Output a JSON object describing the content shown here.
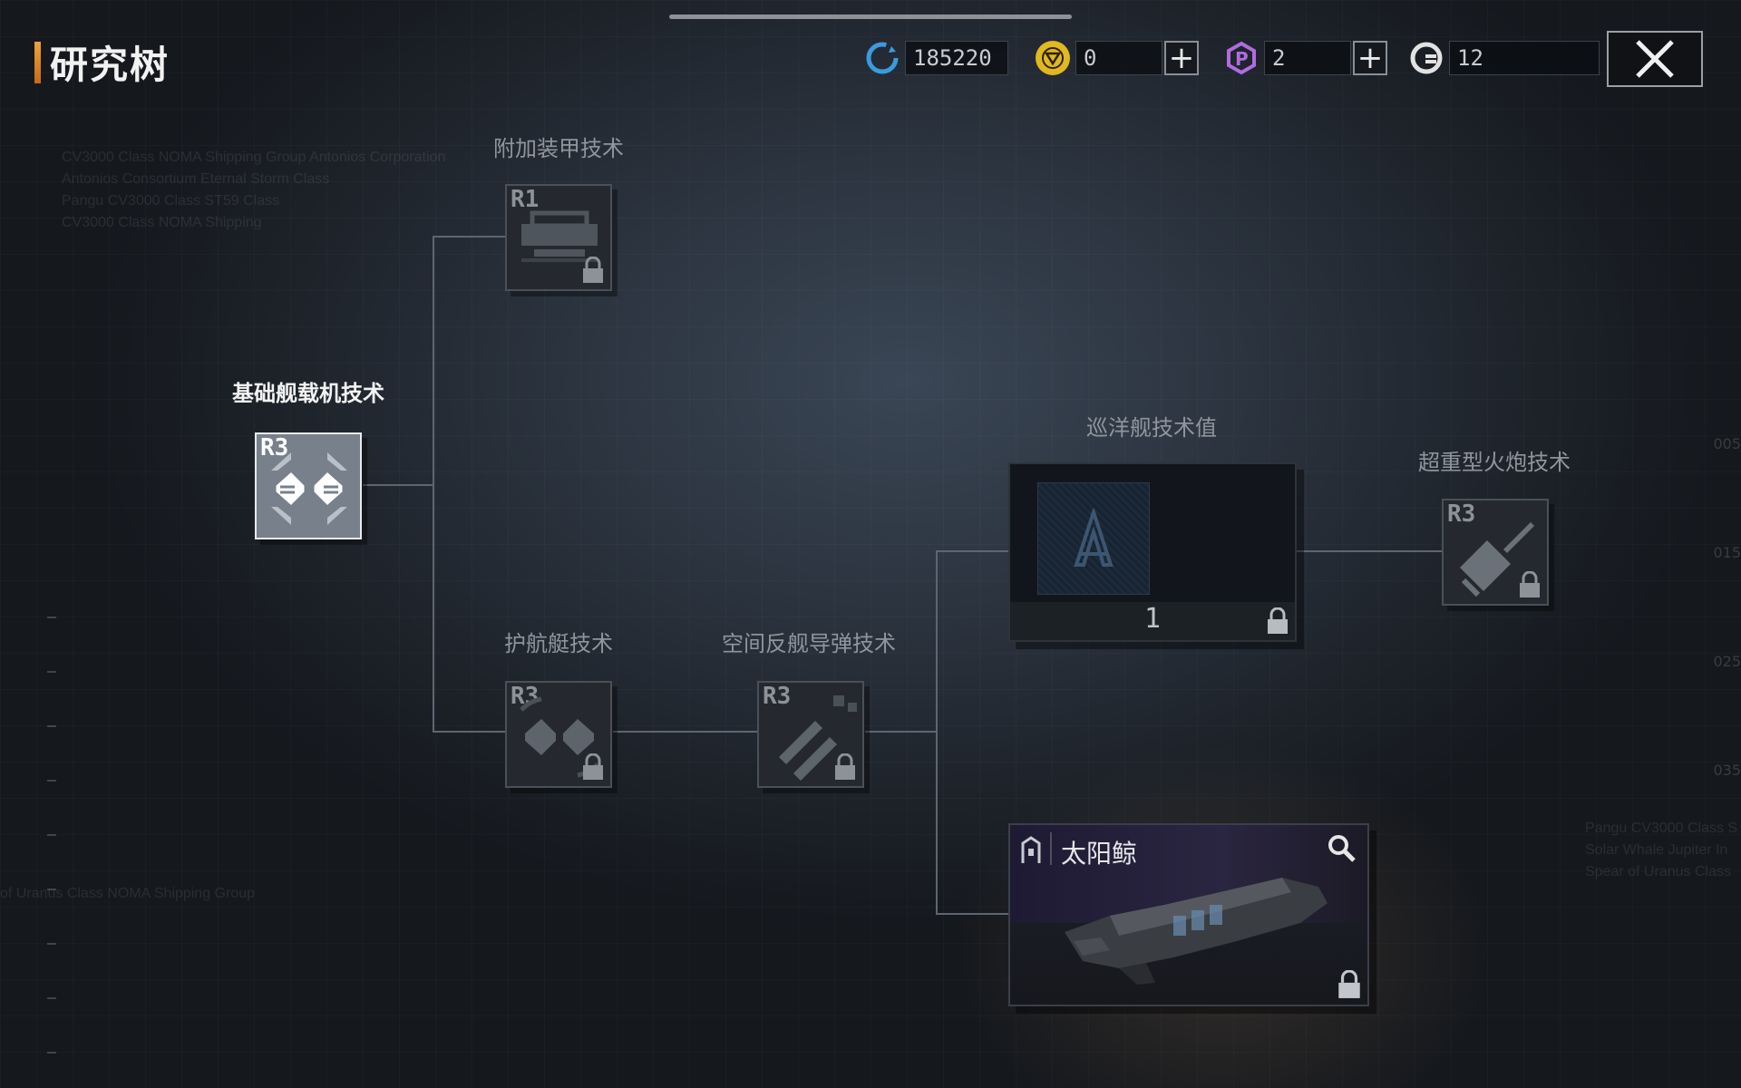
{
  "header": {
    "title": "研究树"
  },
  "currencies": [
    {
      "icon": "refresh-credit-icon",
      "value": "185220",
      "color": "#3a9be0"
    },
    {
      "icon": "v-coin-icon",
      "value": "0",
      "color": "#e0b81f"
    },
    {
      "icon": "p-gem-icon",
      "value": "2",
      "color": "#b16be0"
    },
    {
      "icon": "g-token-icon",
      "value": "12",
      "color": "#d8d8d8"
    }
  ],
  "background_text": {
    "block1": [
      "CV3000 Class NOMA Shipping Group Antonios Corporation",
      "Antonios Consortium Eternal Storm Class",
      "Pangu CV3000 Class ST59 Class",
      "CV3000 Class NOMA Shipping"
    ],
    "block2": "of Uranus Class NOMA Shipping Group",
    "block3": [
      "Pangu CV3000 Class S",
      "Solar Whale Jupiter In",
      "Spear of Uranus Class"
    ],
    "right_nums": [
      "005",
      "015",
      "025",
      "035"
    ]
  },
  "tree": {
    "root": {
      "label": "基础舰载机技术",
      "rank": "R3"
    },
    "armor": {
      "label": "附加装甲技术",
      "rank": "R1"
    },
    "escort": {
      "label": "护航艇技术",
      "rank": "R3"
    },
    "missile": {
      "label": "空间反舰导弹技术",
      "rank": "R3"
    },
    "cruiser": {
      "label": "巡洋舰技术值",
      "value": "1"
    },
    "cannon": {
      "label": "超重型火炮技术",
      "rank": "R3"
    },
    "ship": {
      "name": "太阳鲸"
    }
  }
}
